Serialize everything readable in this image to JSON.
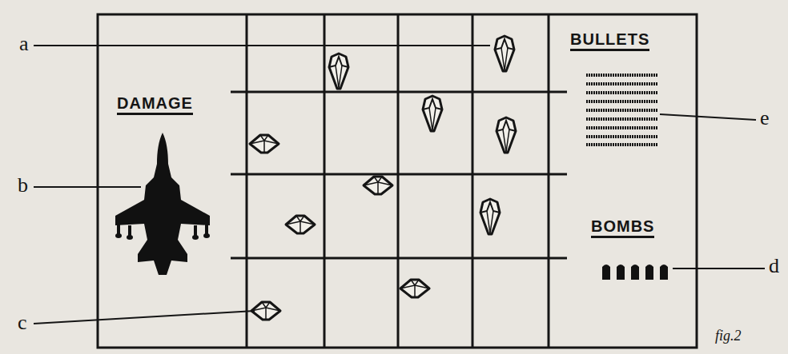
{
  "diagram": {
    "labels": [
      "a",
      "BULLETS",
      "DAMAGE",
      "e",
      "b",
      "BOMBS",
      "d",
      "c",
      "fig.2"
    ]
  }
}
